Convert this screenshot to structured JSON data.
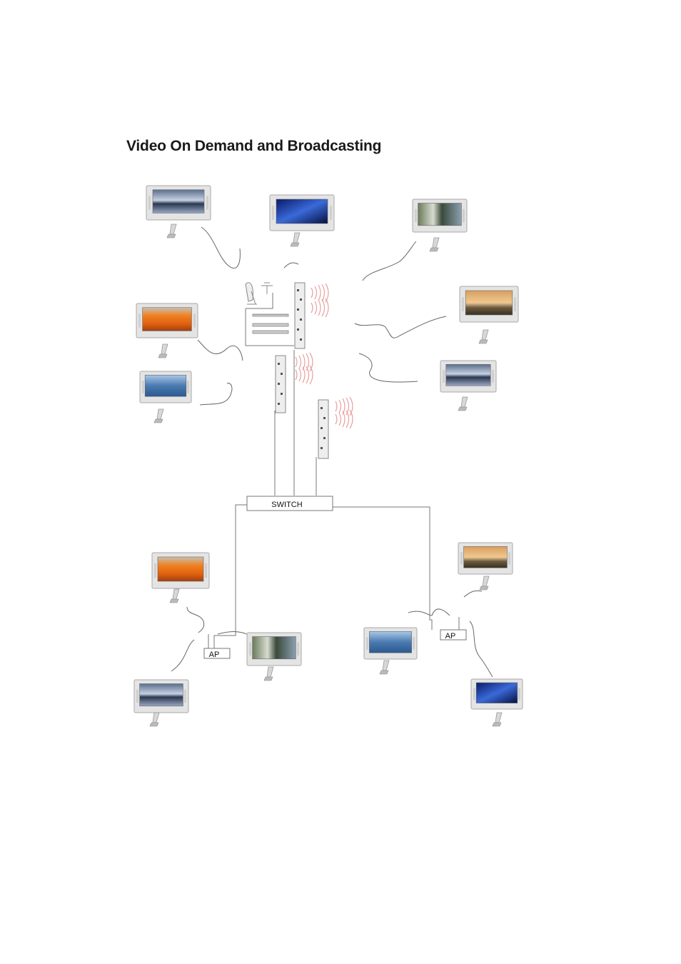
{
  "title": "Video On Demand and Broadcasting",
  "labels": {
    "switch": "SWITCH",
    "ap_left": "AP",
    "ap_right": "AP"
  },
  "screen_kinds": [
    "lake-pier",
    "blue-light",
    "street-scene",
    "sunset-sea",
    "fruit-basket",
    "ocean-bridge"
  ],
  "colors": {
    "line": "#777777",
    "tv_frame": "#e4e4e4",
    "tv_border": "#a8a8a8",
    "signal": "#e8a0a0"
  }
}
